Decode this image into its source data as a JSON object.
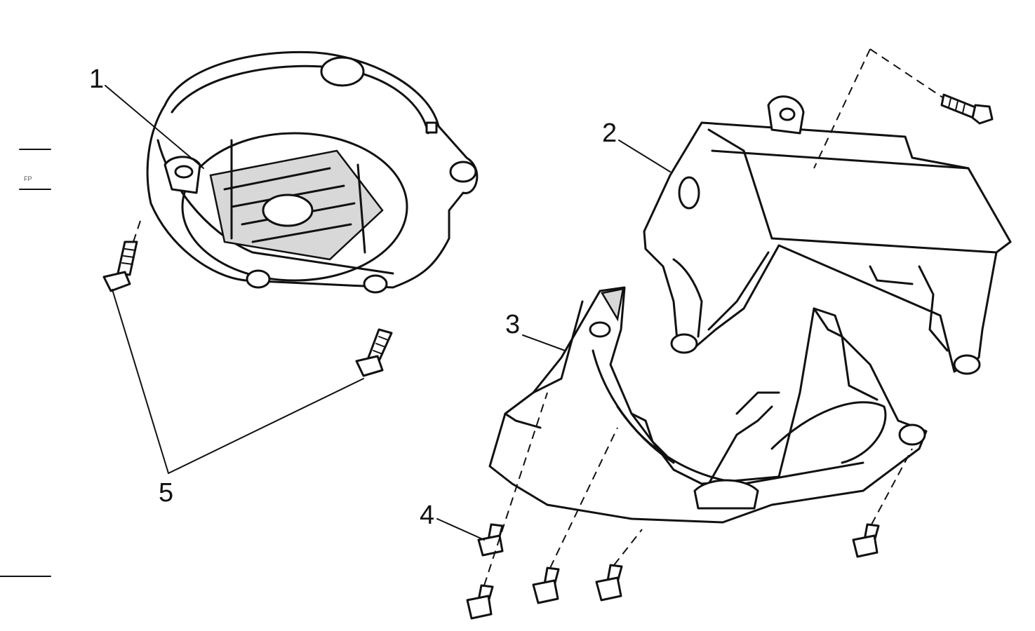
{
  "diagram": {
    "callouts": [
      {
        "id": "1",
        "label": "1"
      },
      {
        "id": "2",
        "label": "2"
      },
      {
        "id": "3",
        "label": "3"
      },
      {
        "id": "4",
        "label": "4"
      },
      {
        "id": "5",
        "label": "5"
      }
    ],
    "margin_mark": "FP"
  }
}
